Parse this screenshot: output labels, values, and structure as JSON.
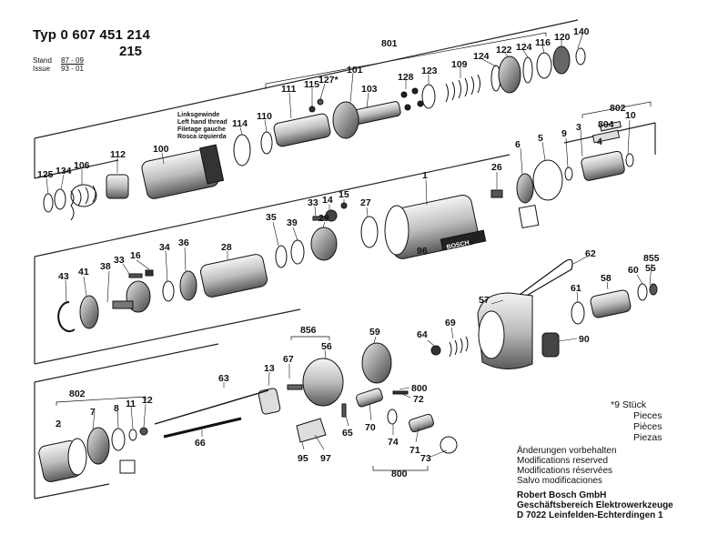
{
  "header": {
    "typ": "Typ 0 607 451 214",
    "typ2": "215",
    "stand_label": "Stand",
    "stand_value": "87 - 09",
    "issue_label": "Issue",
    "issue_value": "93 - 01"
  },
  "left_hand_thread": [
    "Linksgewinde",
    "Left hand thread",
    "Filetage gauche",
    "Rosca izquierda"
  ],
  "star_note": {
    "marker": "*",
    "count": "9 Stück",
    "lines": [
      "Pieces",
      "Pièces",
      "Piezas"
    ]
  },
  "modifications": [
    "Änderungen vorbehalten",
    "Modifications reserved",
    "Modifications réservées",
    "Salvo modificaciones"
  ],
  "company": [
    "Robert Bosch GmbH",
    "Geschäftsbereich Elektrowerkzeuge",
    "D 7022 Leinfelden-Echterdingen 1"
  ],
  "brand_label": "BOSCH",
  "part_labels": {
    "801": "801",
    "140": "140",
    "120": "120",
    "116": "116",
    "124a": "124",
    "122": "122",
    "124b": "124",
    "109": "109",
    "123": "123",
    "128": "128",
    "103": "103",
    "101": "101",
    "127": "127*",
    "115": "115",
    "111": "111",
    "110": "110",
    "114": "114",
    "100": "100",
    "112": "112",
    "106": "106",
    "134": "134",
    "125": "125",
    "802a": "802",
    "804": "804",
    "10": "10",
    "3": "3",
    "4": "4",
    "5": "5",
    "6": "6",
    "9": "9",
    "1": "1",
    "26": "26",
    "96": "96",
    "27": "27",
    "15a": "15",
    "14": "14",
    "33a": "33",
    "29": "29",
    "39": "39",
    "35": "35",
    "28": "28",
    "36": "36",
    "34": "34",
    "16": "16",
    "33b": "33",
    "38": "38",
    "41": "41",
    "43": "43",
    "62": "62",
    "855": "855",
    "55": "55",
    "60": "60",
    "58": "58",
    "61": "61",
    "57": "57",
    "90": "90",
    "59": "59",
    "64": "64",
    "69": "69",
    "856": "856",
    "56": "56",
    "67": "67",
    "13": "13",
    "63": "63",
    "800a": "800",
    "72": "72",
    "65": "65",
    "70": "70",
    "74": "74",
    "71": "71",
    "73": "73",
    "800b": "800",
    "95": "95",
    "97": "97",
    "66": "66",
    "802b": "802",
    "2": "2",
    "7": "7",
    "8": "8",
    "11": "11",
    "12": "12"
  }
}
